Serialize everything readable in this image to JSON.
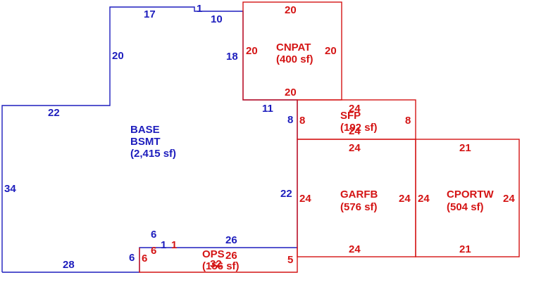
{
  "areas": {
    "base": {
      "code": "BASE",
      "code2": "BSMT",
      "area": "(2,415 sf)",
      "color": "#1d1dbd"
    },
    "cnpat": {
      "code": "CNPAT",
      "area": "(400 sf)",
      "color": "#d41414"
    },
    "sfp": {
      "code": "SFP",
      "area": "(192 sf)",
      "color": "#d41414"
    },
    "garfb": {
      "code": "GARFB",
      "area": "(576 sf)",
      "color": "#d41414"
    },
    "cportw": {
      "code": "CPORTW",
      "area": "(504 sf)",
      "color": "#d41414"
    },
    "ops": {
      "code": "OPS",
      "area": "(156 sf)",
      "color": "#d41414"
    }
  },
  "dims": {
    "base": {
      "top_left": "17",
      "notch_small": "1",
      "top_right": "10",
      "upper_left_vert": "20",
      "cnpat_side": "18",
      "left_top": "22",
      "left_vert": "34",
      "bottom": "28",
      "bottom_step": "6",
      "bottom_step_top": "6",
      "bottom_step_small": "1",
      "bottom_ops_top": "26",
      "right_vert": "22",
      "right_short": "8",
      "mid_step": "11"
    },
    "cnpat": {
      "top": "20",
      "left": "20",
      "right": "20",
      "bottom": "20"
    },
    "sfp": {
      "top": "24",
      "left": "8",
      "right": "8",
      "bottom": "24"
    },
    "garfb": {
      "top": "24",
      "left": "24",
      "right": "24",
      "bottom": "24"
    },
    "cportw": {
      "top": "21",
      "left": "24",
      "right": "24",
      "bottom": "21"
    },
    "ops": {
      "left": "6",
      "left2": "6",
      "small": "1",
      "top": "26",
      "top_overlap": "32",
      "right": "5"
    }
  }
}
